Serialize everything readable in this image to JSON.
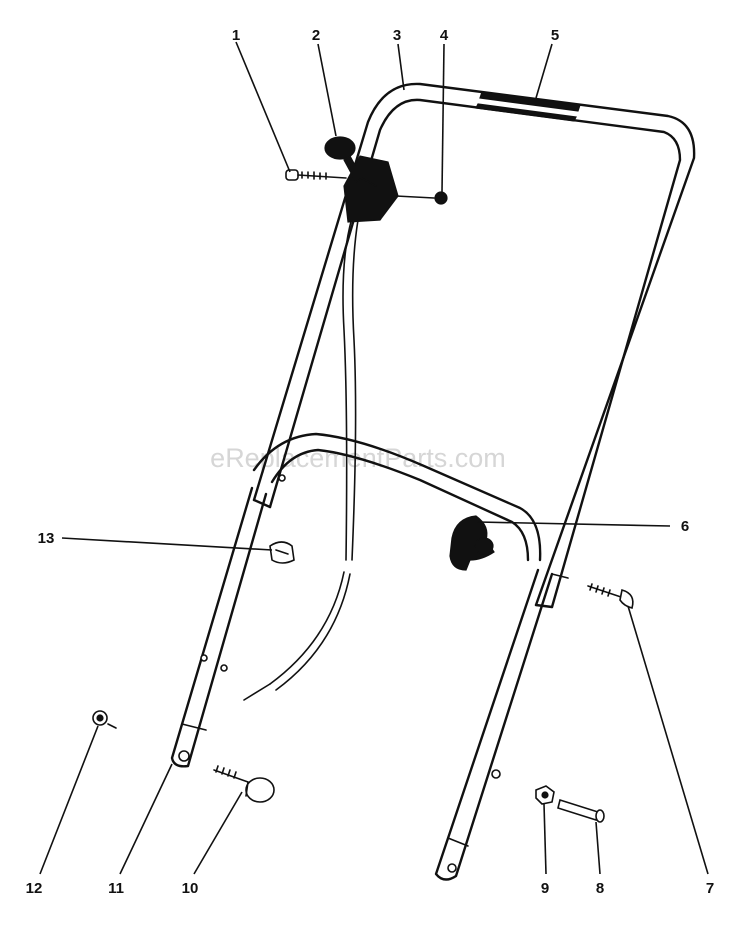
{
  "watermark": "eReplacementParts.com",
  "parts": [
    {
      "id": "p1",
      "label": "1"
    },
    {
      "id": "p2",
      "label": "2"
    },
    {
      "id": "p3",
      "label": "3"
    },
    {
      "id": "p4",
      "label": "4"
    },
    {
      "id": "p5",
      "label": "5"
    },
    {
      "id": "p6",
      "label": "6"
    },
    {
      "id": "p7",
      "label": "7"
    },
    {
      "id": "p8",
      "label": "8"
    },
    {
      "id": "p9",
      "label": "9"
    },
    {
      "id": "p10",
      "label": "10"
    },
    {
      "id": "p11",
      "label": "11"
    },
    {
      "id": "p12",
      "label": "12"
    },
    {
      "id": "p13",
      "label": "13"
    }
  ]
}
